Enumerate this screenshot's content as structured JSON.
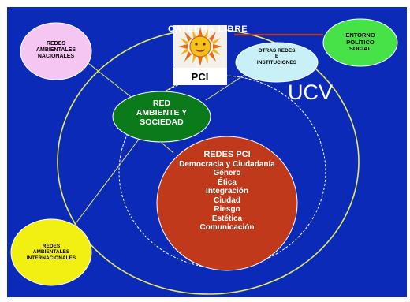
{
  "colors": {
    "background": "#0b2ab8",
    "outer_ring": "#e8ec5a",
    "dashed_ring": "#ffffff",
    "red_center": "#c0391b",
    "green_red_ambiente": "#0a7a1a",
    "pink_nacionales": "#f6c6f2",
    "yellow_internacionales": "#f2f012",
    "light_blue_otras": "#c9f0f6",
    "green_entorno": "#47e247",
    "connector": "#b23a2a"
  },
  "nodes": {
    "catedra_libre": "CATEDRA LIBRE",
    "pci_label": "PCI",
    "ucv_label": "UCV",
    "nacionales": [
      "REDES",
      "AMBIENTALES",
      "NACIONALES"
    ],
    "internacionales": [
      "REDES",
      "AMBIENTALES",
      "INTERNACIONALES"
    ],
    "otras_redes": [
      "OTRAS REDES",
      "E",
      "INSTITUCIONES"
    ],
    "entorno": [
      "ENTORNO",
      "POLÍTICO",
      "SOCIAL"
    ],
    "red_ambiente": [
      "RED",
      "AMBIENTE Y",
      "SOCIEDAD"
    ],
    "redes_pci": {
      "title": "REDES PCI",
      "items": [
        "Democracia y Ciudadanía",
        "Género",
        "Ética",
        "Integración",
        "Ciudad",
        "Riesgo",
        "Estética",
        "Comunicación"
      ]
    }
  }
}
